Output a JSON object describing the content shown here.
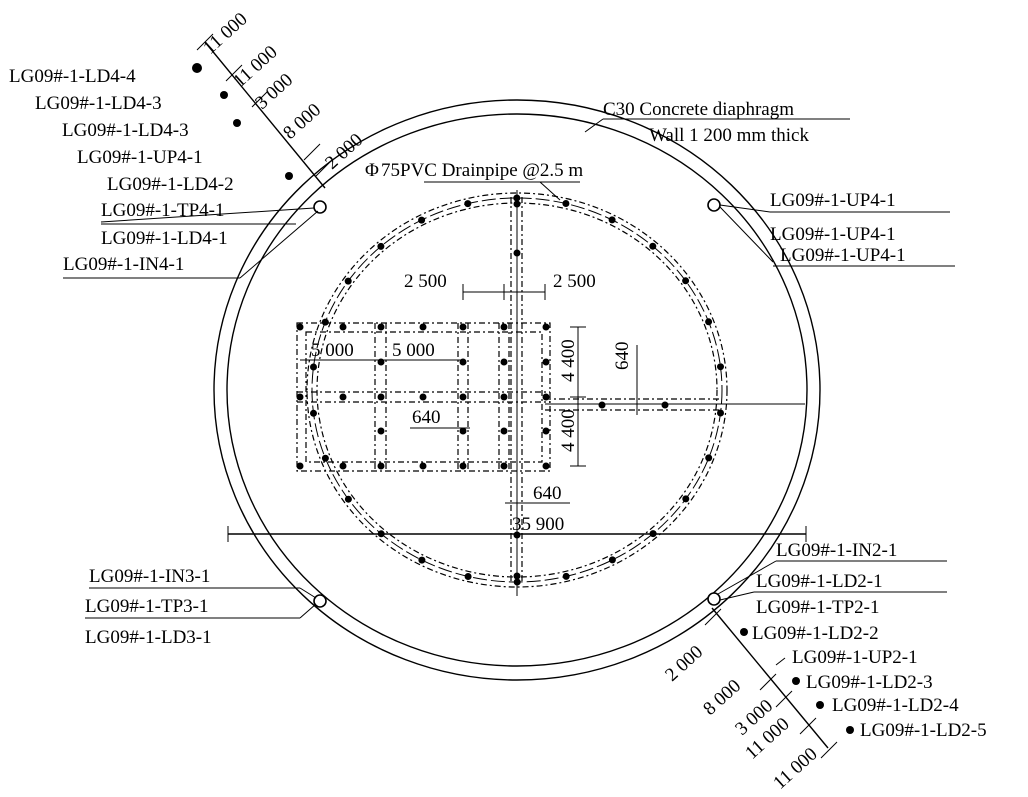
{
  "notes": {
    "wall_line1": "C30 Concrete diaphragm",
    "wall_line2": "Wall 1 200 mm thick",
    "drain_symbol": "Φ",
    "drain": "75PVC Drainpipe @2.5 m"
  },
  "instruments_top_left": {
    "ld4_4": "LG09#-1-LD4-4",
    "ld4_3a": "LG09#-1-LD4-3",
    "ld4_3b": "LG09#-1-LD4-3",
    "up4_1": "LG09#-1-UP4-1",
    "ld4_2": "LG09#-1-LD4-2",
    "tp4_1": "LG09#-1-TP4-1",
    "ld4_1": "LG09#-1-LD4-1",
    "in4_1": "LG09#-1-IN4-1"
  },
  "instruments_top_right": {
    "up4_1a": "LG09#-1-UP4-1",
    "up4_1b": "LG09#-1-UP4-1",
    "up4_1c": "LG09#-1-UP4-1"
  },
  "instruments_bottom_left": {
    "in3_1": "LG09#-1-IN3-1",
    "tp3_1": "LG09#-1-TP3-1",
    "ld3_1": "LG09#-1-LD3-1"
  },
  "instruments_bottom_right": {
    "in2_1": "LG09#-1-IN2-1",
    "ld2_1": "LG09#-1-LD2-1",
    "tp2_1": "LG09#-1-TP2-1",
    "ld2_2": "LG09#-1-LD2-2",
    "up2_1": "LG09#-1-UP2-1",
    "ld2_3": "LG09#-1-LD2-3",
    "ld2_4": "LG09#-1-LD2-4",
    "ld2_5": "LG09#-1-LD2-5"
  },
  "dimensions_top_left": {
    "d11000a": "11 000",
    "d11000b": "11 000",
    "d3000": "3 000",
    "d8000": "8 000",
    "d2000": "2 000"
  },
  "dimensions_bottom_right": {
    "d2000": "2 000",
    "d8000": "8 000",
    "d3000": "3 000",
    "d11000a": "11 000",
    "d11000b": "11 000"
  },
  "dimensions_inner": {
    "d2500_left": "2 500",
    "d2500_right": "2 500",
    "d5000_left": "5 000",
    "d5000_right": "5 000",
    "d4400_top": "4 400",
    "d4400_bottom": "4 400",
    "d640_vertical": "640",
    "d640_middle": "640",
    "d640_bottom": "640",
    "d35900": "35 900"
  }
}
